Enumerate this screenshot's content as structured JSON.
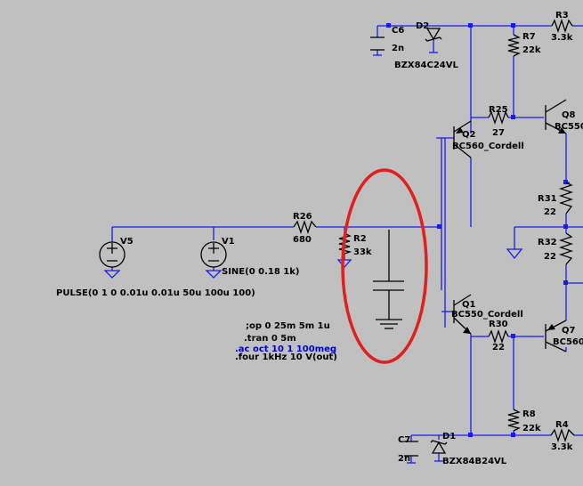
{
  "colors": {
    "background": "#c0c0c0",
    "wire": "#1a1aee",
    "component": "#000000",
    "highlight": "#e02020",
    "directive_blue": "#0000cc"
  },
  "components": {
    "c6": {
      "ref": "C6",
      "value": "2n"
    },
    "d2": {
      "ref": "D2",
      "value": "BZX84C24VL"
    },
    "r7": {
      "ref": "R7",
      "value": "22k"
    },
    "r3": {
      "ref": "R3",
      "value": "3.3k"
    },
    "r25": {
      "ref": "R25",
      "value": "27"
    },
    "q8": {
      "ref": "Q8",
      "value": "BC550"
    },
    "q2": {
      "ref": "Q2",
      "value": "BC560_Cordell"
    },
    "r31": {
      "ref": "R31",
      "value": "22"
    },
    "r32": {
      "ref": "R32",
      "value": "22"
    },
    "r26": {
      "ref": "R26",
      "value": "680"
    },
    "r2": {
      "ref": "R2",
      "value": "33k"
    },
    "v5": {
      "ref": "V5",
      "value": "PULSE(0 1 0 0.01u 0.01u 50u 100u 100)"
    },
    "v1": {
      "ref": "V1",
      "value": "SINE(0 0.18 1k)"
    },
    "q1": {
      "ref": "Q1",
      "value": "BC550_Cordell"
    },
    "r30": {
      "ref": "R30",
      "value": "22"
    },
    "q7": {
      "ref": "Q7",
      "value": "BC560"
    },
    "r8": {
      "ref": "R8",
      "value": "22k"
    },
    "r4": {
      "ref": "R4",
      "value": "3.3k"
    },
    "c7": {
      "ref": "C7",
      "value": "2n"
    },
    "d1": {
      "ref": "D1",
      "value": "BZX84B24VL"
    }
  },
  "directives": {
    "op": ";op 0 25m 5m 1u",
    "tran": ".tran 0 5m",
    "ac": ".ac oct 10 1 100meg",
    "four": ".four 1kHz 10  V(out)"
  }
}
